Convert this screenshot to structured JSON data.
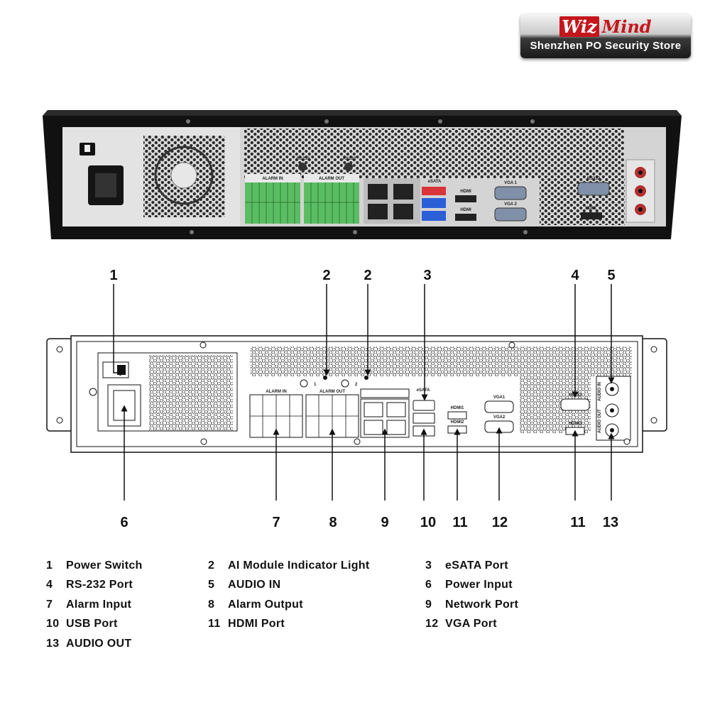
{
  "badge": {
    "logo_part1": "Wiz",
    "logo_part2": "Mind",
    "store": "Shenzhen PO Security Store"
  },
  "photo_labels": {
    "rs232_a": "RS232",
    "rs232_b": "RS232",
    "alarm_in": "ALARM IN",
    "alarm_out": "ALARM OUT",
    "esata": "eSATA",
    "hdmi1": "HDMI",
    "hdmi2": "HDMI",
    "vga1": "VGA 1",
    "vga2": "VGA 2",
    "rs232_port": "RS232",
    "hdmi3": "HDMI"
  },
  "diagram_labels": {
    "alarm_in": "ALARM IN",
    "alarm_out": "ALARM OUT",
    "vga1": "VGA1",
    "vga2": "VGA2",
    "rs232": "RS232",
    "esata": "eSATA",
    "hdmi1": "HDMI1",
    "hdmi2": "HDMI2",
    "hdmi3": "HDMI3",
    "audio_in": "AUDIO IN",
    "audio_out": "AUDIO OUT",
    "led1": "1",
    "led2": "2"
  },
  "callouts": {
    "top": [
      "1",
      "2",
      "2",
      "3",
      "4",
      "5"
    ],
    "bottom": [
      "6",
      "7",
      "8",
      "9",
      "10",
      "11",
      "12",
      "11",
      "13"
    ]
  },
  "legend": [
    {
      "num": "1",
      "label": "Power Switch"
    },
    {
      "num": "2",
      "label": "AI Module Indicator Light"
    },
    {
      "num": "3",
      "label": "eSATA Port"
    },
    {
      "num": "4",
      "label": "RS-232 Port"
    },
    {
      "num": "5",
      "label": "AUDIO IN"
    },
    {
      "num": "6",
      "label": "Power Input"
    },
    {
      "num": "7",
      "label": "Alarm Input"
    },
    {
      "num": "8",
      "label": "Alarm Output"
    },
    {
      "num": "9",
      "label": "Network Port"
    },
    {
      "num": "10",
      "label": "USB Port"
    },
    {
      "num": "11",
      "label": "HDMI Port"
    },
    {
      "num": "12",
      "label": "VGA Port"
    },
    {
      "num": "13",
      "label": "AUDIO OUT"
    }
  ],
  "colors": {
    "chassis": "#111111",
    "panel": "#d4d4d4",
    "terminal": "#5bbd63",
    "usb": "#2b5fd8",
    "esata": "#d9343a",
    "brand_red": "#c4171d"
  }
}
